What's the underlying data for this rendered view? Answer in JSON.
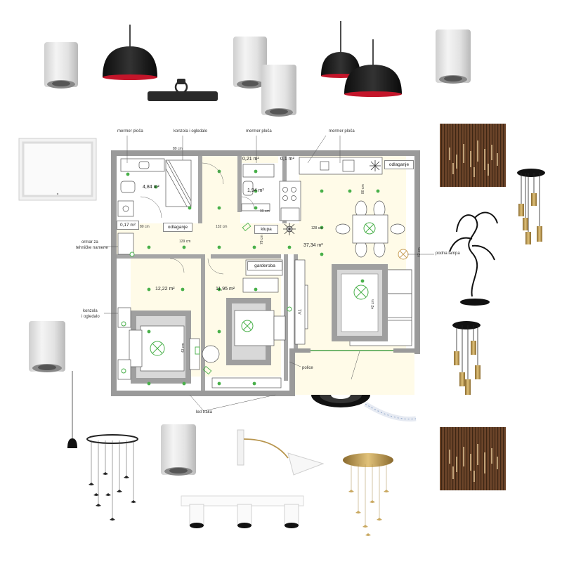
{
  "floorplan": {
    "areas": {
      "bathroom": "4,84 m²",
      "small1": "0,21 m²",
      "small2": "0,1 m²",
      "toilet": "1,94 m²",
      "storage": "0,17 m²",
      "living": "37,34 m²",
      "bedroom1": "12,22 m²",
      "bedroom2": "11,95 m²"
    },
    "box_labels": {
      "odlaganje_hall": "odlaganje",
      "odlaganje_kitchen": "odlaganje",
      "klupa": "klupa",
      "garderoba": "garderoba"
    },
    "callouts": {
      "mermer_ploca_1": "mermer ploča",
      "konzola_ogledalo_top": "konzola i ogledalo",
      "mermer_ploca_2": "mermer ploča",
      "mermer_ploca_3": "mermer ploča",
      "ormar_line1": "ormar za",
      "ormar_line2": "tehničke namene",
      "konzola_left_line1": "konzola",
      "konzola_left_line2": "i ogledalo",
      "podna_lampa": "podna lampa",
      "police": "police",
      "led_traka": "led traka"
    },
    "dimensions": {
      "d89": "89 cm",
      "d80": "80 cm",
      "d132": "132 cm",
      "d128": "128 cm",
      "d129": "129 cm",
      "d78": "78 cm",
      "d99": "99 cm",
      "d80b": "80 cm",
      "d42": "42 cm",
      "d42b": "42 cm",
      "d43": "43 cm"
    },
    "tv_label": "TV"
  }
}
